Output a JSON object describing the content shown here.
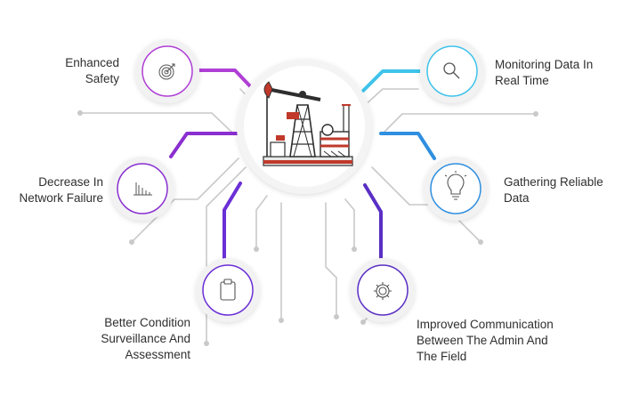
{
  "center": {
    "icon": "oil-pump-jack-icon"
  },
  "nodes": [
    {
      "id": "enhanced-safety",
      "lines": [
        "Enhanced",
        "Safety"
      ],
      "icon": "target-icon",
      "color": "#b03fd6"
    },
    {
      "id": "monitoring-data",
      "lines": [
        "Monitoring Data In",
        "Real Time"
      ],
      "icon": "magnifier-icon",
      "color": "#3fc3ea"
    },
    {
      "id": "decrease-network-failure",
      "lines": [
        "Decrease In",
        "Network Failure"
      ],
      "icon": "bar-chart-icon",
      "color": "#8a2fd0"
    },
    {
      "id": "gathering-reliable-data",
      "lines": [
        "Gathering Reliable",
        "Data"
      ],
      "icon": "lightbulb-icon",
      "color": "#2f8fe0"
    },
    {
      "id": "better-condition-surveillance",
      "lines": [
        "Better Condition",
        "Surveillance And",
        "Assessment"
      ],
      "icon": "clipboard-icon",
      "color": "#6b2fd6"
    },
    {
      "id": "improved-communication",
      "lines": [
        "Improved Communication",
        "Between The Admin And",
        "The Field"
      ],
      "icon": "gear-icon",
      "color": "#5a2fc4"
    }
  ],
  "colors": {
    "circuit": "#c9c9c9",
    "ring_bg": "#f4f4f4"
  }
}
